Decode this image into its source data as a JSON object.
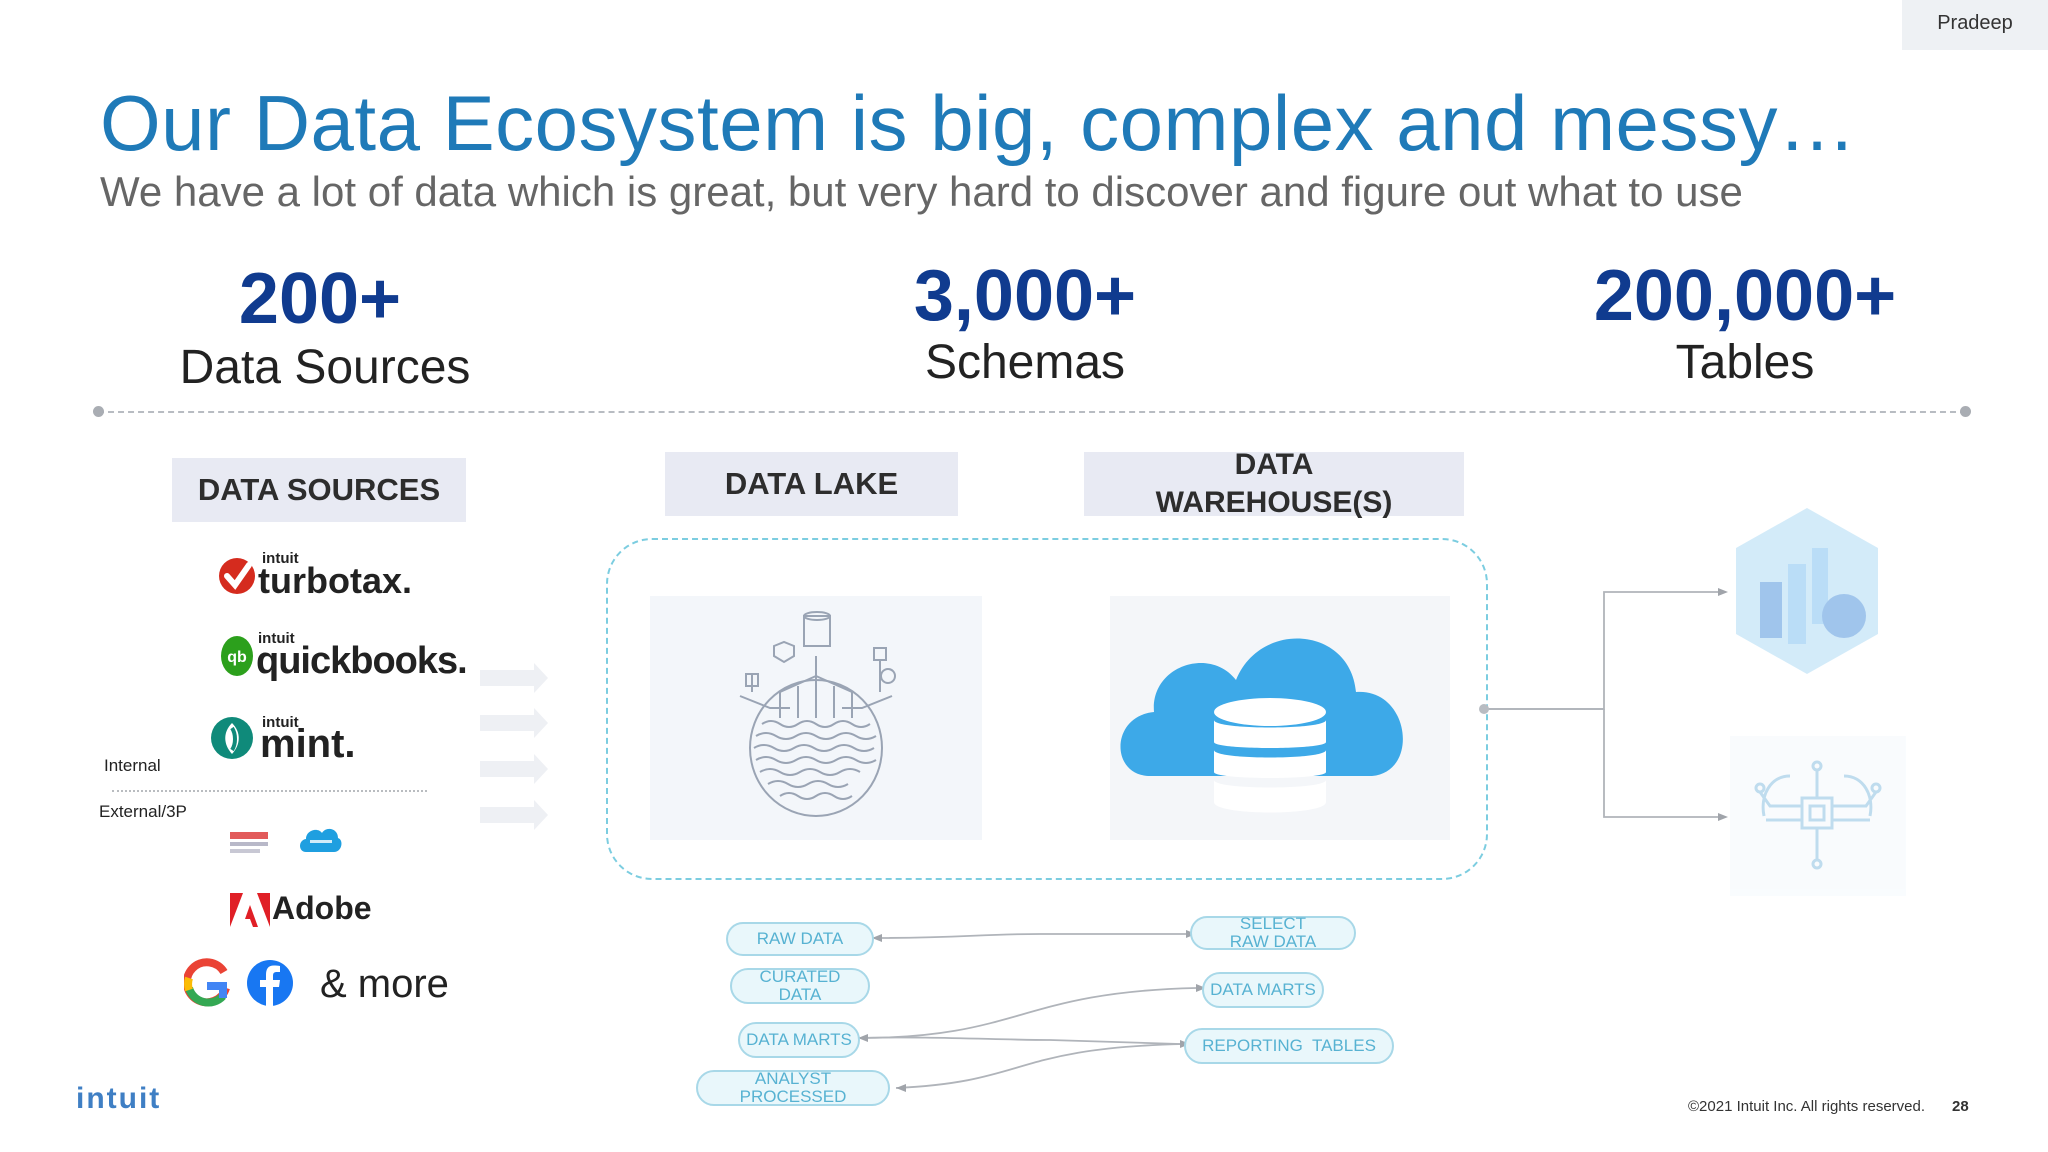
{
  "speaker": "Pradeep",
  "title": "Our Data Ecosystem is big, complex and messy…",
  "subtitle": "We have a lot of data which is great, but very hard to discover and figure out what to use",
  "stats": [
    {
      "number": "200+",
      "label": "Data Sources"
    },
    {
      "number": "3,000+",
      "label": "Schemas"
    },
    {
      "number": "200,000+",
      "label": "Tables"
    }
  ],
  "headers": {
    "sources": "DATA SOURCES",
    "lake": "DATA LAKE",
    "warehouse": "DATA WAREHOUSE(S)"
  },
  "sources": {
    "intuit_word": "intuit",
    "turbotax": "turbotax.",
    "quickbooks": "quickbooks.",
    "mint": "mint.",
    "internal": "Internal",
    "external": "External/3P",
    "adobe": "Adobe",
    "more": "& more"
  },
  "lake_flows": [
    "RAW DATA",
    "CURATED DATA",
    "DATA MARTS",
    "ANALYST PROCESSED"
  ],
  "warehouse_flows": [
    "SELECT RAW DATA",
    "DATA MARTS",
    "REPORTING  TABLES"
  ],
  "footer": {
    "brand": "intuit",
    "copyright": "©2021 Intuit Inc. All rights reserved.",
    "page": "28"
  }
}
